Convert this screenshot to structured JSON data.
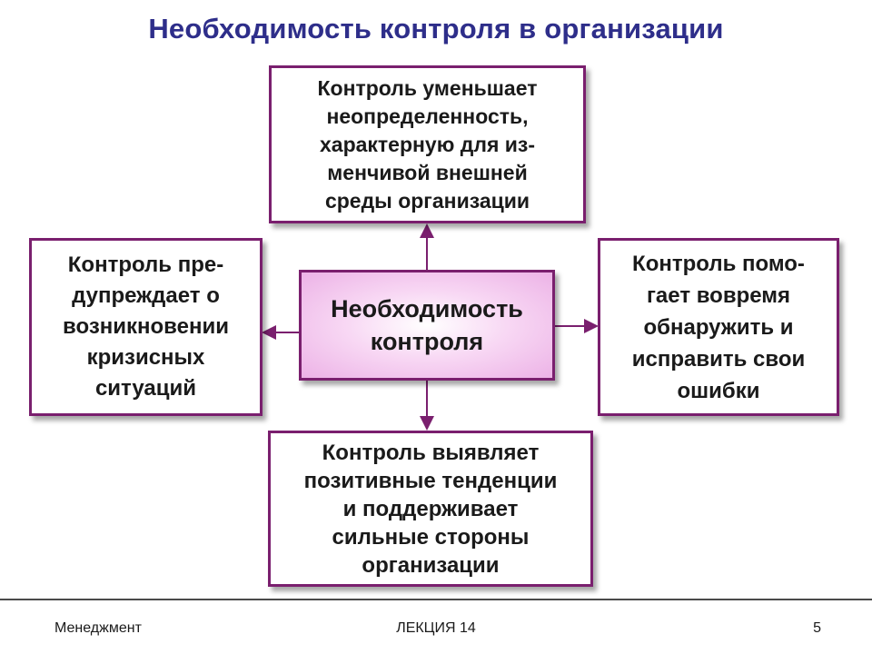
{
  "title": "Необходимость контроля в организации",
  "diagram": {
    "center": "Необходимость\nконтроля",
    "top": "Контроль уменьшает\nнеопределенность,\nхарактерную для из-\nменчивой  внешней\nсреды организации",
    "left": "Контроль пре-\nдупреждает о\nвозникновении\nкризисных\nситуаций",
    "right": "Контроль помо-\nгает вовремя\nобнаружить и\nисправить свои\nошибки",
    "bottom": "Контроль выявляет\nпозитивные тенденции\nи поддерживает\nсильные стороны\nорганизации"
  },
  "colors": {
    "title": "#2e2e8a",
    "box_border": "#7a1f6e",
    "center_fill": "#ecb2e6",
    "arrow": "#7a1f6e"
  },
  "footer": {
    "left": "Менеджмент",
    "center": "ЛЕКЦИЯ 14",
    "page": "5"
  }
}
